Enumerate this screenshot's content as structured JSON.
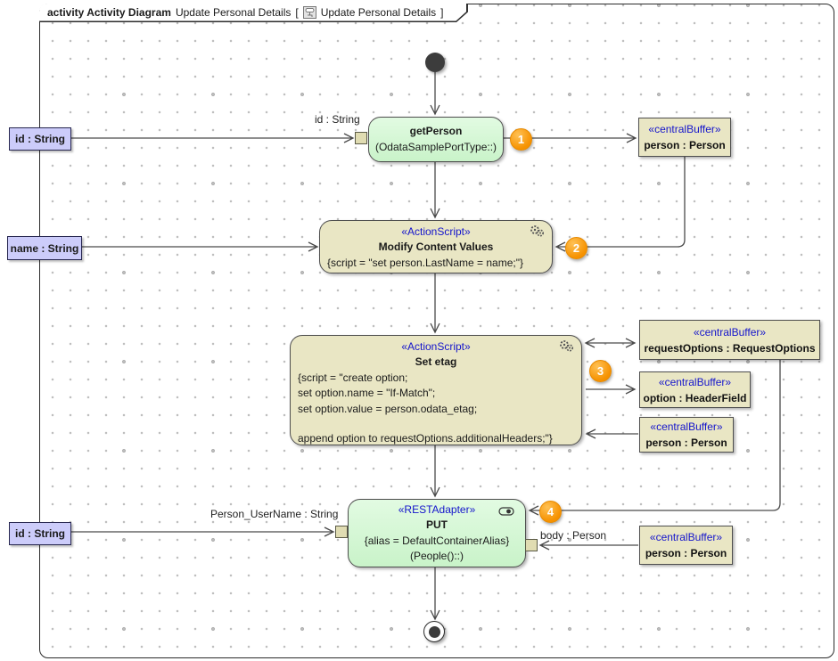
{
  "frame": {
    "header": {
      "kind_label": "activity Activity Diagram",
      "diagram_name": "Update Personal Details",
      "bracket_open": "[",
      "diagram_ref": "Update Personal Details",
      "bracket_close": "]"
    }
  },
  "colors": {
    "action_fill": "#d2f6d2",
    "script_fill": "#e9e6c4",
    "param_fill": "#ccccfa",
    "stereotype_text": "#1414cc",
    "badge_orange": "#f69200",
    "wire": "#4a4a4a"
  },
  "nodes": {
    "initial": {
      "name": "initial-node"
    },
    "get_person": {
      "title": "getPerson",
      "subtitle": "(OdataSamplePortType::)",
      "badge": "1"
    },
    "modify_content_values": {
      "stereotype": "«ActionScript»",
      "title": "Modify Content Values",
      "script": "{script = \"set person.LastName = name;\"}",
      "badge": "2"
    },
    "set_etag": {
      "stereotype": "«ActionScript»",
      "title": "Set etag",
      "script_lines": [
        "{script = \"create option;",
        "set option.name = \"If-Match\";",
        "set option.value = person.odata_etag;",
        "",
        "append option to requestOptions.additionalHeaders;\"}"
      ],
      "badge": "3"
    },
    "put": {
      "stereotype": "«RESTAdapter»",
      "title": "PUT",
      "line1": "{alias = DefaultContainerAlias}",
      "line2": "(People()::)",
      "badge": "4"
    },
    "final": {
      "name": "activity-final-node"
    }
  },
  "params": {
    "id_top": "id : String",
    "name_param": "name : String",
    "id_bottom": "id : String"
  },
  "buffers": {
    "person_top": {
      "stereotype": "«centralBuffer»",
      "label": "person : Person"
    },
    "request_options": {
      "stereotype": "«centralBuffer»",
      "label": "requestOptions : RequestOptions"
    },
    "option_header_field": {
      "stereotype": "«centralBuffer»",
      "label": "option : HeaderField"
    },
    "person_mid": {
      "stereotype": "«centralBuffer»",
      "label": "person : Person"
    },
    "person_bottom": {
      "stereotype": "«centralBuffer»",
      "label": "person : Person"
    }
  },
  "edge_labels": {
    "id_string": "id : String",
    "person_username": "Person_UserName : String",
    "body_person": "body : Person"
  }
}
